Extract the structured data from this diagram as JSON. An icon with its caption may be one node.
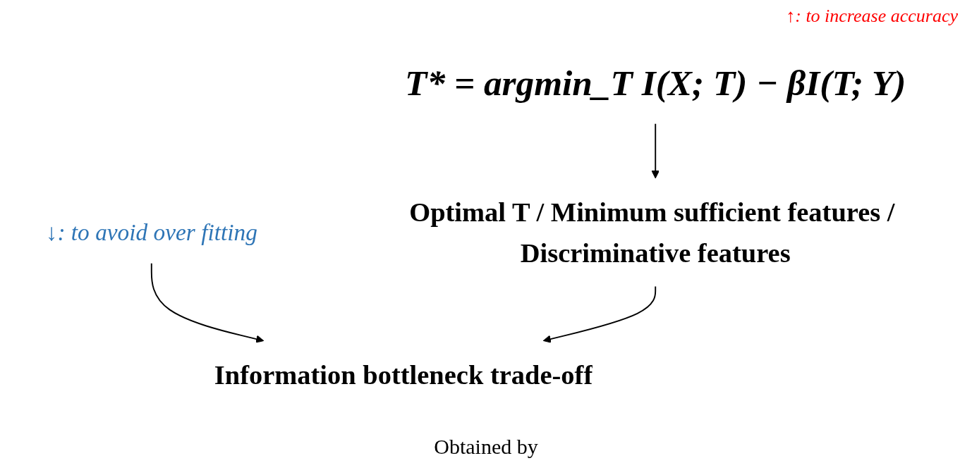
{
  "diagram": {
    "nodes": [
      {
        "text": [
          "T* = argmin_T I(X; T) − βI(T; Y)"
        ]
      },
      {
        "text": [
          "↓: to avoid over fitting"
        ]
      },
      {
        "text": [
          "Optimal T / Minimum sufficient features / Discriminative features"
        ]
      },
      {
        "text": [
          "Information bottleneck trade-off"
        ]
      }
    ],
    "edges": [
      {
        "from": 0,
        "to": 2,
        "arrow": "to"
      },
      {
        "from": 1,
        "to": 3,
        "arrow": "to"
      },
      {
        "from": 2,
        "to": 3,
        "arrow": "to"
      }
    ],
    "labels": [
      "↑: to increase accuracy",
      "Obtained by"
    ]
  }
}
